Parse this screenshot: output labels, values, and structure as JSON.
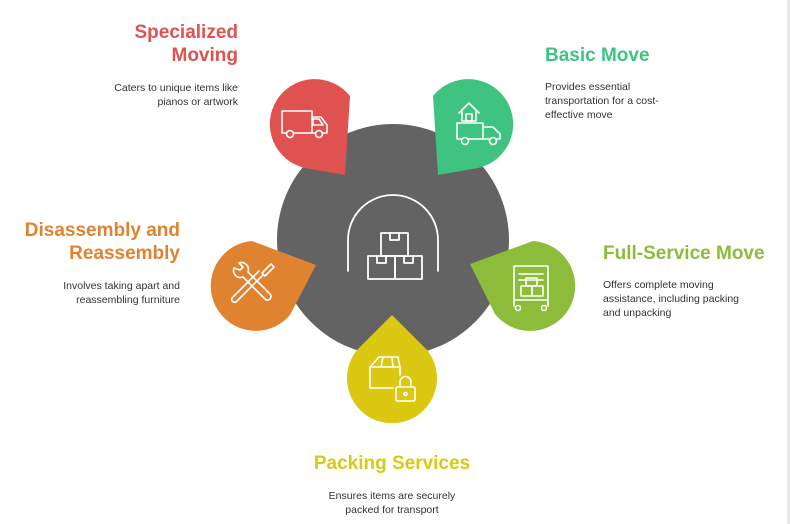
{
  "colors": {
    "hub": "#636363",
    "specialized": "#e0524f",
    "basic": "#3ec480",
    "full_service": "#8cbc3a",
    "packing": "#dbc812",
    "disassembly": "#df8330"
  },
  "hub": {
    "icon": "box-stack-icon"
  },
  "items": {
    "specialized": {
      "title_line1": "Specialized",
      "title_line2": "Moving",
      "desc_line1": "Caters to unique items like",
      "desc_line2": "pianos or artwork",
      "icon": "moving-truck-icon"
    },
    "basic": {
      "title": "Basic Move",
      "desc_line1": "Provides essential",
      "desc_line2": "transportation for a cost-",
      "desc_line3": "effective move",
      "icon": "house-truck-icon"
    },
    "full_service": {
      "title": "Full-Service Move",
      "desc_line1": "Offers complete moving",
      "desc_line2": "assistance, including packing",
      "desc_line3": "and unpacking",
      "icon": "hand-truck-icon"
    },
    "packing": {
      "title": "Packing Services",
      "desc_line1": "Ensures items are securely",
      "desc_line2": "packed for transport",
      "icon": "box-lock-icon"
    },
    "disassembly": {
      "title_line1": "Disassembly and",
      "title_line2": "Reassembly",
      "desc_line1": "Involves taking apart and",
      "desc_line2": "reassembling furniture",
      "icon": "tools-icon"
    }
  }
}
